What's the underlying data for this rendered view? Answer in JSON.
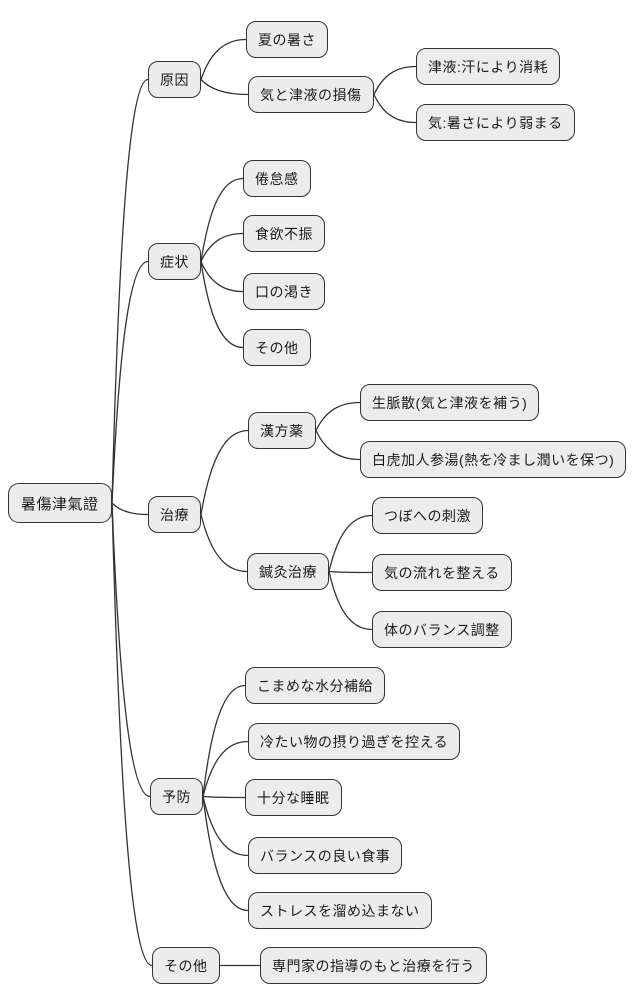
{
  "mindmap": {
    "root": {
      "label": "暑傷津氣證"
    },
    "branches": [
      {
        "label": "原因",
        "children": [
          {
            "label": "夏の暑さ"
          },
          {
            "label": "気と津液の損傷",
            "children": [
              {
                "label": "津液:汗により消耗"
              },
              {
                "label": "気:暑さにより弱まる"
              }
            ]
          }
        ]
      },
      {
        "label": "症状",
        "children": [
          {
            "label": "倦怠感"
          },
          {
            "label": "食欲不振"
          },
          {
            "label": "口の渇き"
          },
          {
            "label": "その他"
          }
        ]
      },
      {
        "label": "治療",
        "children": [
          {
            "label": "漢方薬",
            "children": [
              {
                "label": "生脈散(気と津液を補う)"
              },
              {
                "label": "白虎加人参湯(熱を冷まし潤いを保つ)"
              }
            ]
          },
          {
            "label": "鍼灸治療",
            "children": [
              {
                "label": "つぼへの刺激"
              },
              {
                "label": "気の流れを整える"
              },
              {
                "label": "体のバランス調整"
              }
            ]
          }
        ]
      },
      {
        "label": "予防",
        "children": [
          {
            "label": "こまめな水分補給"
          },
          {
            "label": "冷たい物の摂り過ぎを控える"
          },
          {
            "label": "十分な睡眠"
          },
          {
            "label": "バランスの良い食事"
          },
          {
            "label": "ストレスを溜め込まない"
          }
        ]
      },
      {
        "label": "その他",
        "children": [
          {
            "label": "専門家の指導のもと治療を行う"
          }
        ]
      }
    ],
    "colors": {
      "background": "#ffffff",
      "node_fill": "#ececec",
      "node_border": "#333333",
      "edge": "#333333",
      "text": "#1a1a1a"
    }
  }
}
